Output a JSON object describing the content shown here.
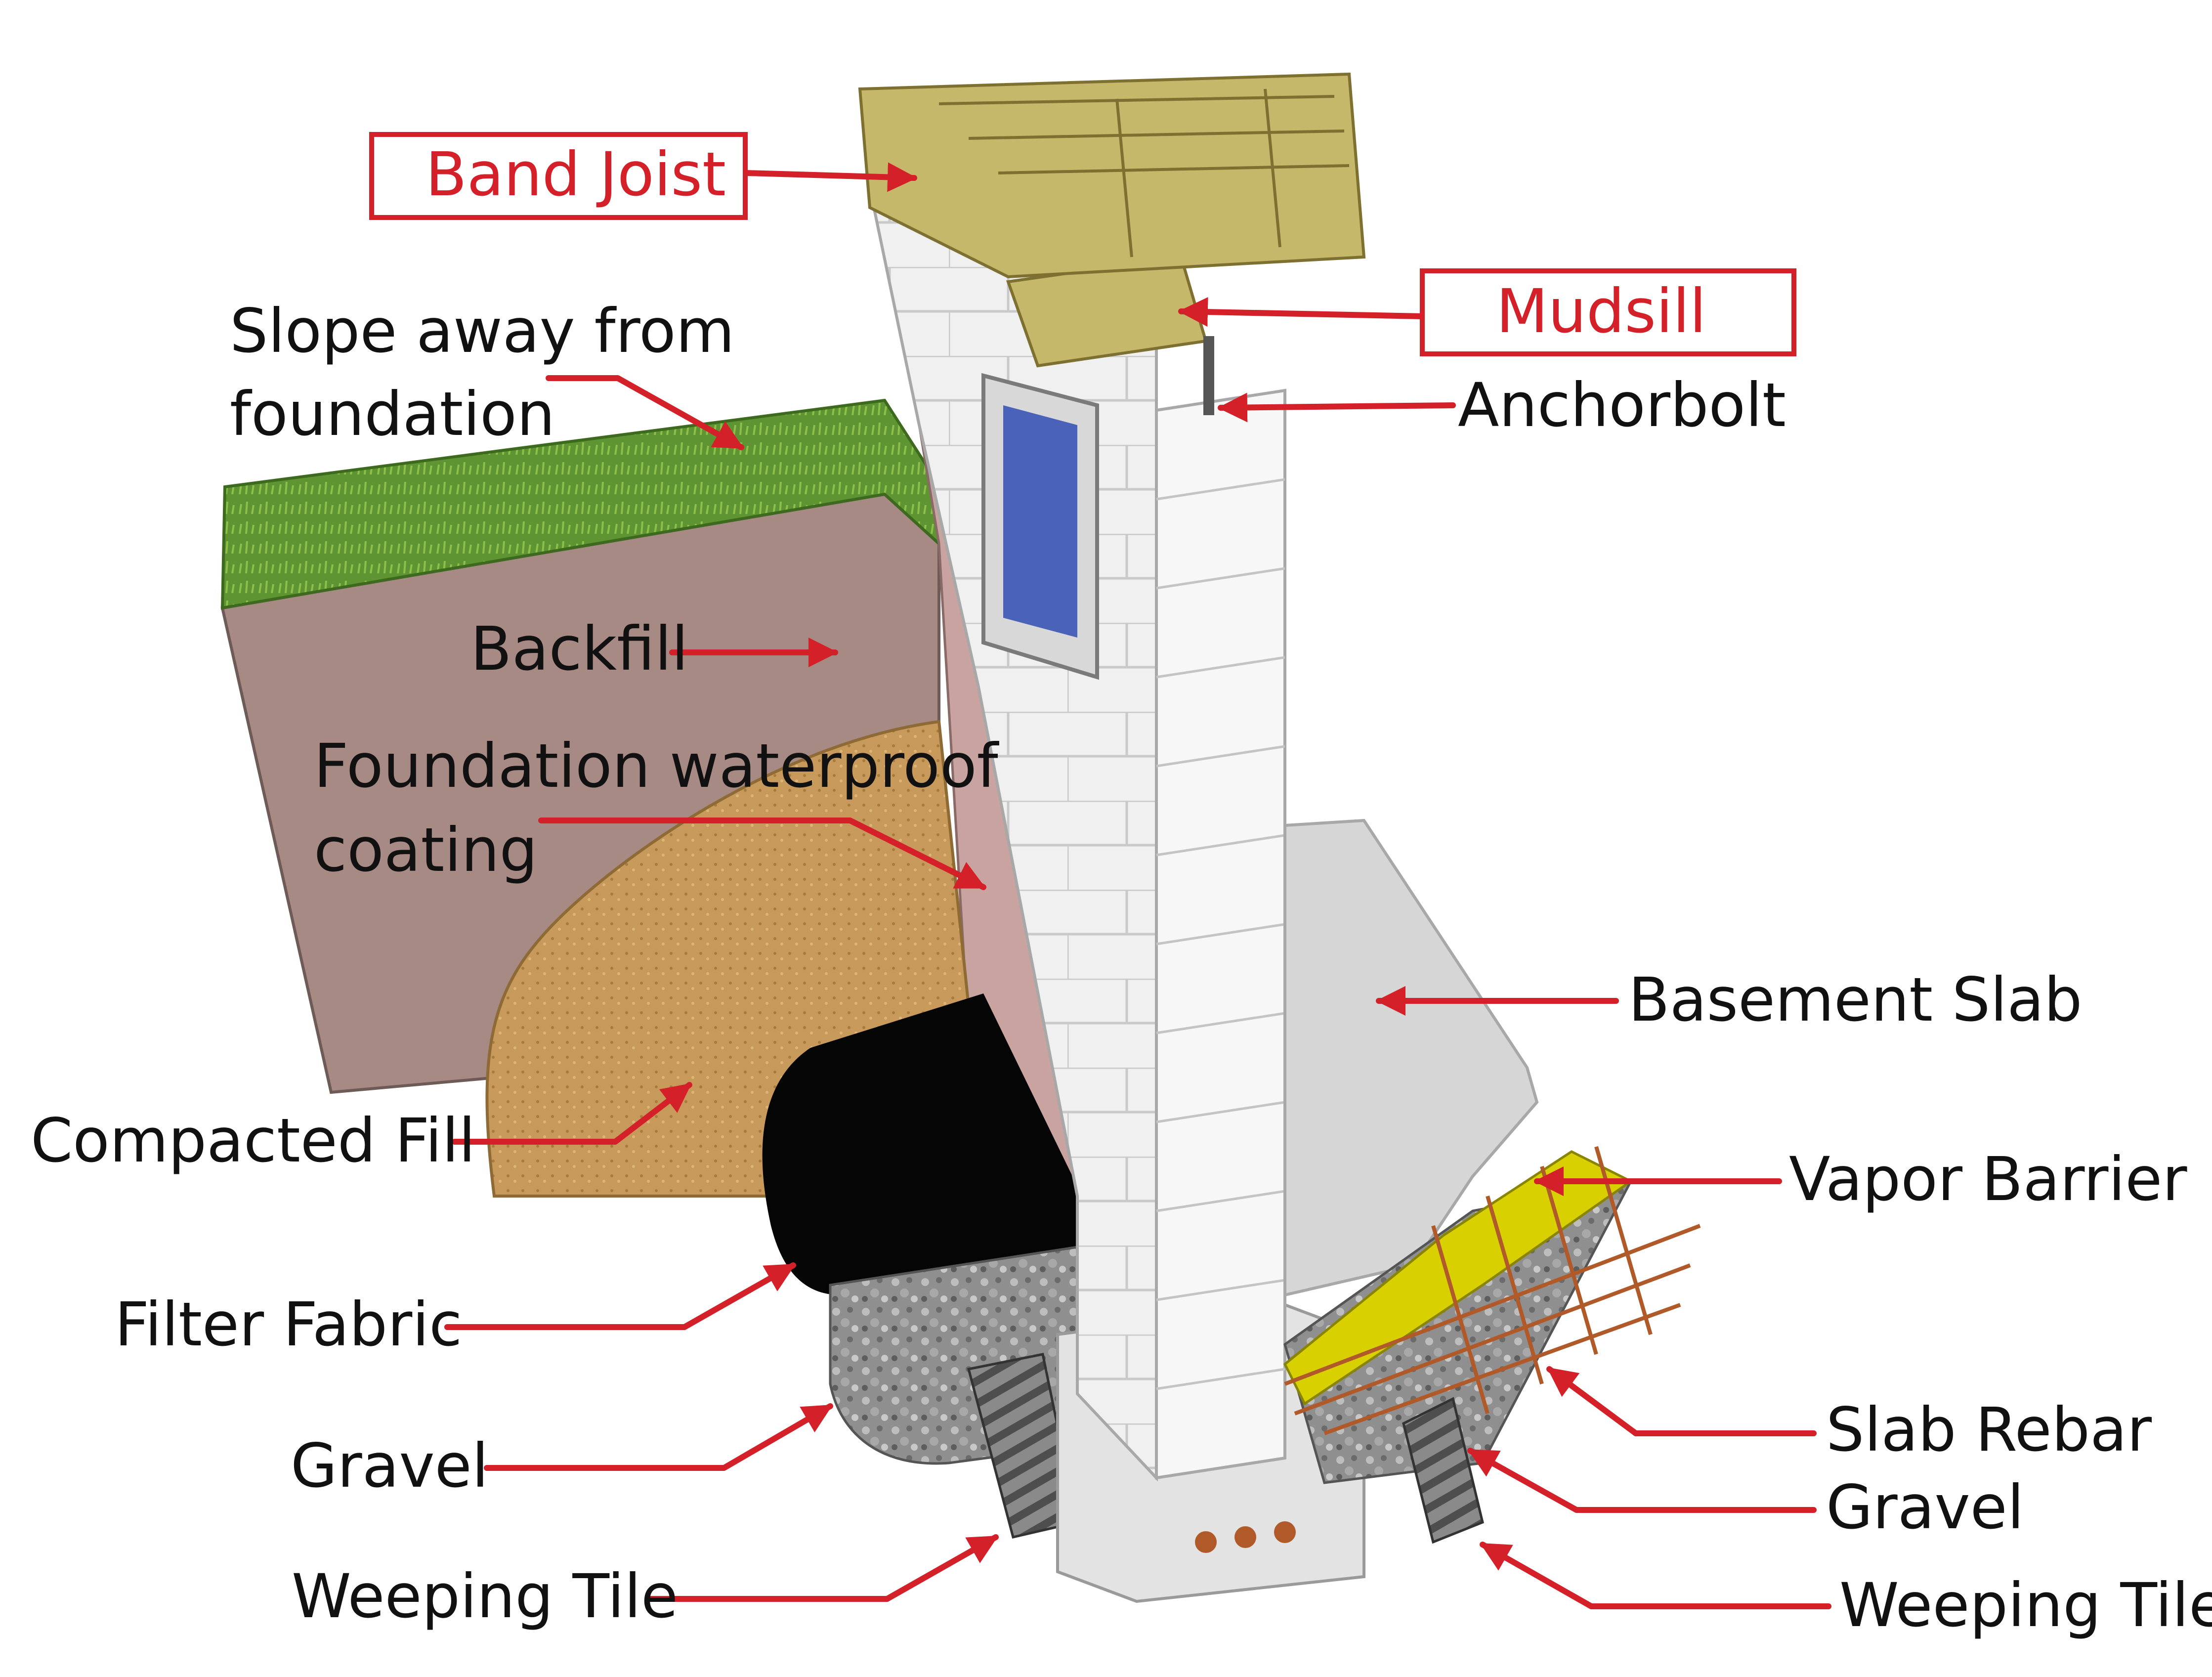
{
  "colors": {
    "accent": "#d42028",
    "text": "#111111",
    "grass": "#5f9433",
    "backfill": "#a88a85",
    "compacted_fill": "#c79a5b",
    "block": "#f2f2f2",
    "wood": "#c6b86a",
    "slab": "#d6d6d6",
    "vapor": "#d8d000",
    "gravel": "#8a8a8a",
    "filter_fabric": "#000000",
    "rebar": "#b05a2a",
    "window_glass": "#4a63b8"
  },
  "labels": {
    "band_joist": "Band Joist",
    "mudsill": "Mudsill",
    "anchorbolt": "Anchorbolt",
    "slope_line1": "Slope away from",
    "slope_line2": "foundation",
    "backfill": "Backfill",
    "waterproof_line1": "Foundation waterproof",
    "waterproof_line2": "coating",
    "basement_slab": "Basement Slab",
    "vapor_barrier": "Vapor Barrier",
    "compacted_fill": "Compacted Fill",
    "filter_fabric": "Filter Fabric",
    "slab_rebar": "Slab Rebar",
    "gravel_left": "Gravel",
    "gravel_right": "Gravel",
    "weeping_tile_left": "Weeping Tile",
    "weeping_tile_right": "Weeping Tile"
  }
}
